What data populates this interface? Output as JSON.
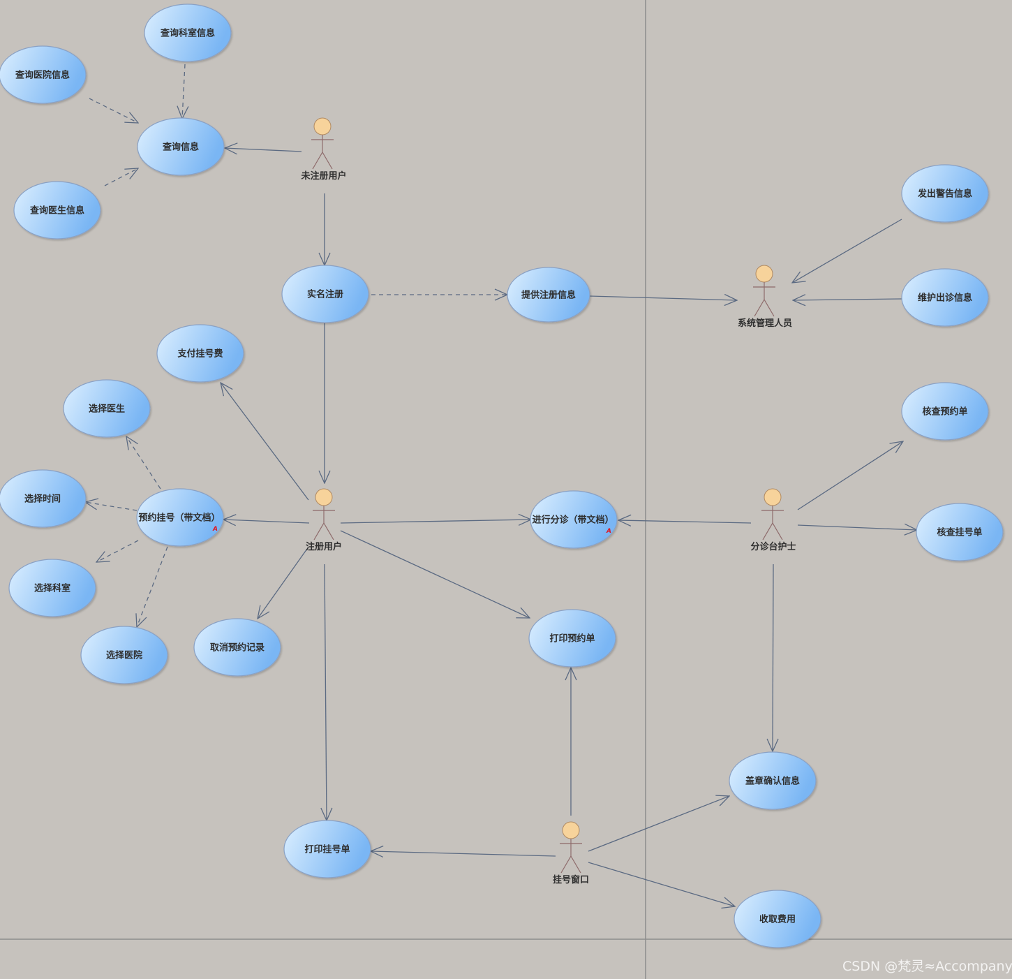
{
  "colors": {
    "background": "#c6c2bd",
    "ellipse_light": "#dcefff",
    "ellipse_dark": "#7ab6f4",
    "ellipse_stroke": "#8aa1c4",
    "line": "#5b6a82",
    "actor_head": "#f7d39b",
    "actor_body": "#8d6a6a",
    "boundary": "#8c8c8c",
    "doc_mark": "#e0141e"
  },
  "actors": {
    "unregistered": "未注册用户",
    "registered": "注册用户",
    "admin": "系统管理人员",
    "triage_nurse": "分诊台护士",
    "reg_window": "挂号窗口"
  },
  "use_cases": {
    "query_dept": "查询科室信息",
    "query_hosp": "查询医院信息",
    "query_info": "查询信息",
    "query_doctor": "查询医生信息",
    "realname_reg": "实名注册",
    "provide_reg_info": "提供注册信息",
    "pay_fee": "支付挂号费",
    "choose_doctor": "选择医生",
    "choose_time": "选择时间",
    "book_reg": "预约挂号（带文档）",
    "choose_dept": "选择科室",
    "choose_hosp": "选择医院",
    "cancel_record": "取消预约记录",
    "triage": "进行分诊（带文档）",
    "print_booking": "打印预约单",
    "print_reg": "打印挂号单",
    "send_warning": "发出警告信息",
    "maintain_clinic": "维护出诊信息",
    "check_booking": "核查预约单",
    "check_reg": "核查挂号单",
    "stamp_confirm": "盖章确认信息",
    "collect_fee": "收取费用"
  },
  "doc_marker": "A",
  "watermark": "CSDN @梵灵≈Accompany"
}
